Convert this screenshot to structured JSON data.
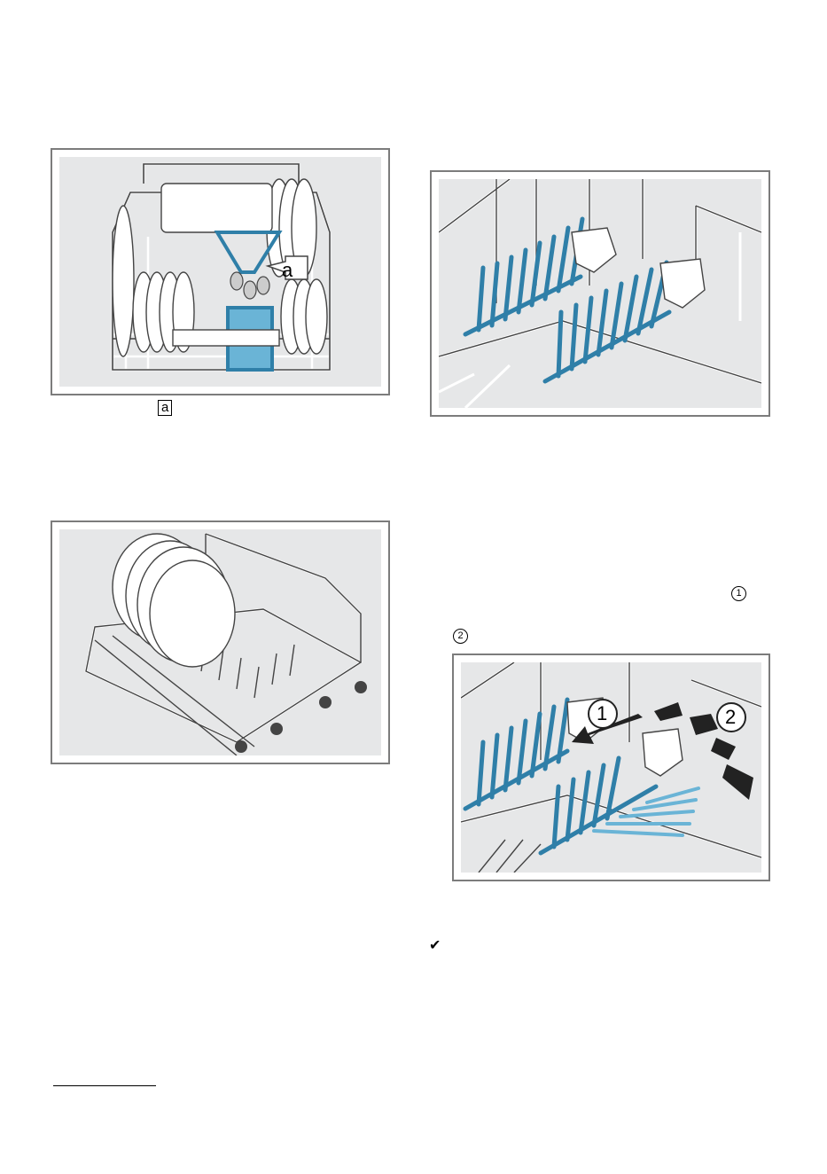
{
  "figures": {
    "upper_rack": {
      "callout_label": "a"
    },
    "lower_rack": {},
    "tines_upright": {},
    "tines_fold": {
      "step1_label": "1",
      "step2_label": "2"
    }
  },
  "legend_a": {
    "label": "a"
  },
  "step_refs": {
    "step1": "1",
    "step2": "2"
  },
  "result_icon": "checkmark-icon",
  "colors": {
    "figure_border": "#7c7c7c",
    "figure_background": "#e6e7e8",
    "tine_blue": "#2f7fa8",
    "tine_light_blue": "#6ab4d6",
    "wire_gray": "#ffffff"
  }
}
